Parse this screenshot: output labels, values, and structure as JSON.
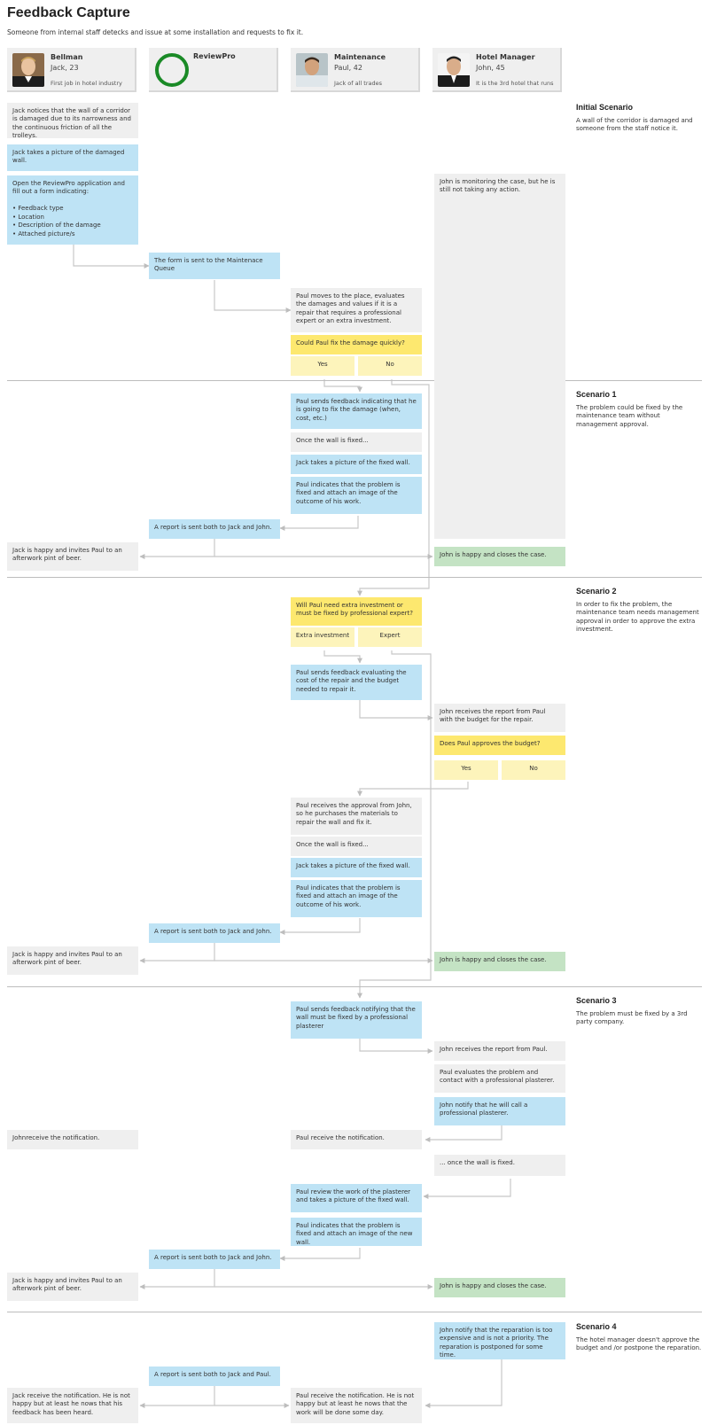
{
  "page": {
    "title": "Feedback Capture",
    "subtitle": "Someone from internal staff detecks and issue at some installation and requests to fix it."
  },
  "personas": {
    "bellman": {
      "role": "Bellman",
      "name": "Jack, 23",
      "desc": "First job in hotel industry"
    },
    "reviewpro": {
      "role": "ReviewPro"
    },
    "maintenance": {
      "role": "Maintenance",
      "name": "Paul, 42",
      "desc": "Jack of all trades"
    },
    "manager": {
      "role": "Hotel Manager",
      "name": "John, 45",
      "desc": "It is the 3rd hotel that runs"
    }
  },
  "initial": {
    "title": "Initial Scenario",
    "desc": "A wall of the corridor is damaged and someone from the staff notice it.",
    "b1": "Jack notices that the wall of a corridor is damaged due to its narrowness and the continuous friction of all the trolleys.",
    "b2": "Jack takes a picture of the damaged wall.",
    "b3": "Open the ReviewPro application and fill out a form indicating:\n\n• Feedback type\n• Location\n• Description of the damage\n• Attached picture/s",
    "b4": "John is monitoring the case, but he is still not taking any action.",
    "b5": "The form is sent to the Maintenace Queue",
    "b6": "Paul moves to the place, evaluates the damages and values if it is a repair that requires a professional expert or an extra investment.",
    "q": "Could Paul fix the damage quickly?",
    "yes": "Yes",
    "no": "No"
  },
  "s1": {
    "title": "Scenario 1",
    "desc": "The problem could be fixed by the maintenance team without management approval.",
    "b1": "Paul sends feedback indicating that he is going to fix the damage (when, cost, etc.)",
    "b2": "Once the wall is fixed...",
    "b3": "Jack takes a picture of the fixed wall.",
    "b4": "Paul indicates that the problem is fixed and attach an image of the outcome of his work.",
    "b5": "A report is sent both to Jack and John.",
    "b6": "Jack is happy and invites Paul to an afterwork pint of beer.",
    "b7": "John is happy and closes the case."
  },
  "s2": {
    "title": "Scenario 2",
    "desc": "In order to fix the problem, the maintenance team needs management approval in order to approve the extra investment.",
    "q": "Will Paul need extra investment or must be fixed by professional expert?",
    "opt1": "Extra investment",
    "opt2": "Expert",
    "b1": "Paul sends feedback evaluating the cost of the repair and the budget needed to repair it.",
    "b2": "John receives the report from Paul with the budget for the repair.",
    "q2": "Does Paul approves the budget?",
    "yes": "Yes",
    "no": "No",
    "b3": "Paul receives the approval from John, so he purchases the materials to repair the wall and fix it.",
    "b4": "Once the wall is fixed...",
    "b5": "Jack takes a picture of the fixed wall.",
    "b6": "Paul indicates that the problem is fixed and attach an image of the outcome of his work.",
    "b7": "A report is sent both to Jack and John.",
    "b8": "Jack is happy and invites Paul to an afterwork pint of beer.",
    "b9": "John is happy and closes the case."
  },
  "s3": {
    "title": "Scenario 3",
    "desc": "The problem must be fixed by a 3rd party company.",
    "b1": "Paul sends feedback notifying that the wall must be fixed by a professional plasterer",
    "b2": "John receives the report from Paul.",
    "b3": "Paul evaluates the problem and contact with a professional plasterer.",
    "b4": "John notify that he will call a professional plasterer.",
    "b5": "Johnreceive the notification.",
    "b6": "Paul receive the notification.",
    "b7": "... once the wall is fixed.",
    "b8": "Paul review the work of the plasterer and takes a picture of the fixed wall.",
    "b9": "Paul indicates that the problem is fixed and attach an image of the new wall.",
    "b10": "A report is sent both to Jack and John.",
    "b11": "Jack is happy and invites Paul to an afterwork pint of beer.",
    "b12": "John is happy and closes the case."
  },
  "s4": {
    "title": "Scenario 4",
    "desc": "The hotel manager doesn't approve the budget and /or postpone the reparation.",
    "b1": "John notify that the reparation is too expensive and is not a priority. The reparation is postponed for some time.",
    "b2": "A report is sent both to Jack and Paul.",
    "b3": "Jack receive the notification. He is not happy but at least he nows that his feedback has been heard.",
    "b4": "Paul receive the notification. He is not happy but at least he nows that the work will be done some day."
  },
  "colors": {
    "blue": "#bee3f5",
    "gray": "#efefef",
    "yellow": "#fde86f",
    "light_yellow": "#fdf4bb",
    "green": "#c4e3c4",
    "reviewpro_ring": "#1a8a26"
  }
}
